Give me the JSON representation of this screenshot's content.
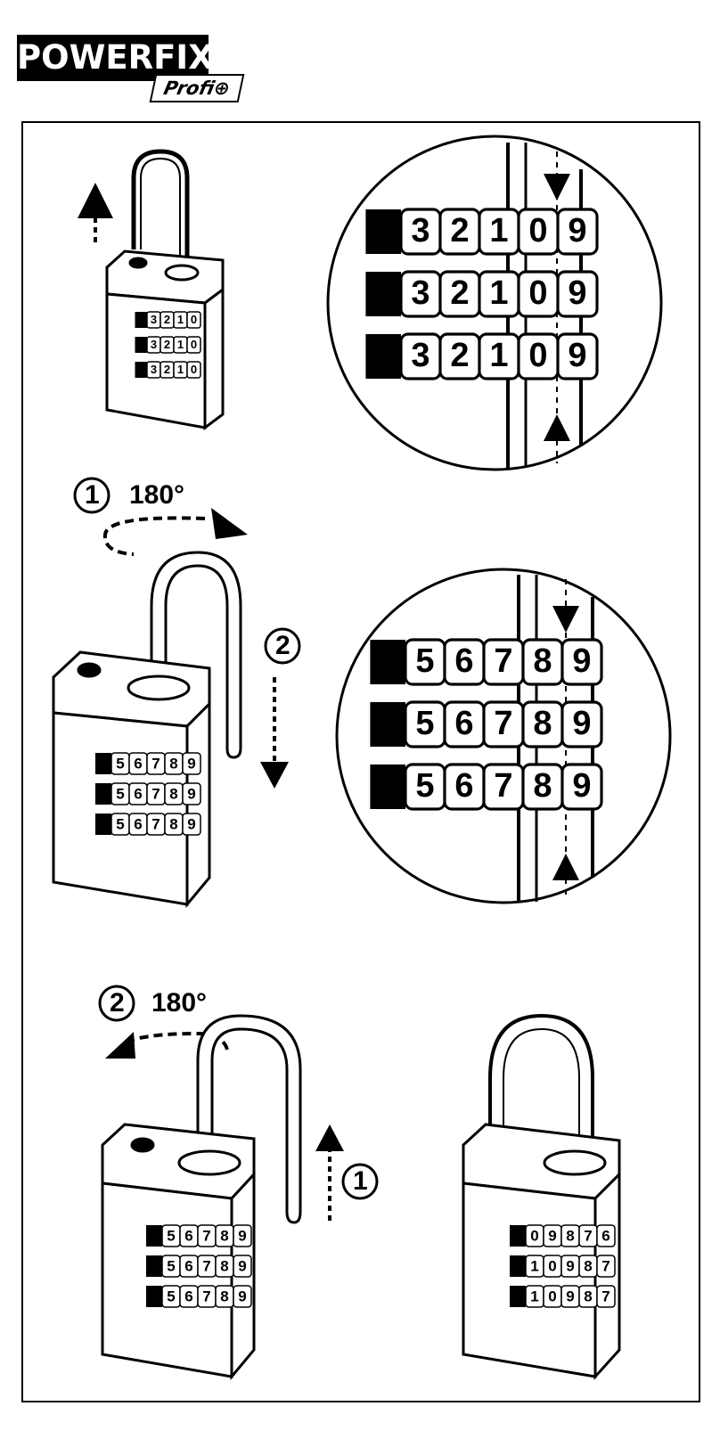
{
  "logo": {
    "brand": "POWERFIX",
    "sub": "Profi⊕"
  },
  "panel1": {
    "dials_small": [
      "3210",
      "3210",
      "3210"
    ],
    "dials_zoom": [
      "32109",
      "32109",
      "32109"
    ]
  },
  "panel2": {
    "step1": {
      "num": "1",
      "label": "180°"
    },
    "step2": {
      "num": "2"
    },
    "dials_small": [
      "56789",
      "56789",
      "56789"
    ],
    "dials_zoom": [
      "56789",
      "56789",
      "56789"
    ]
  },
  "panel3": {
    "step2": {
      "num": "2",
      "label": "180°"
    },
    "step1": {
      "num": "1"
    },
    "dials_left": [
      "56789",
      "56789",
      "56789"
    ],
    "dials_right": [
      "09876",
      "10987",
      "10987"
    ]
  }
}
